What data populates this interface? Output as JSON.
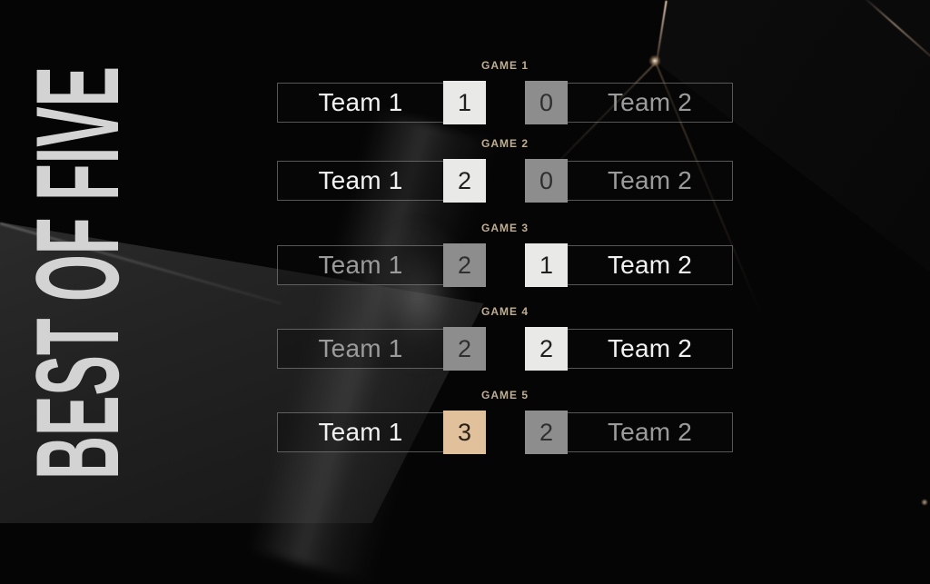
{
  "title": {
    "text": "BEST OF FIVE"
  },
  "colors": {
    "bg": "#050505",
    "title_text": "#d3d3d3",
    "label_text": "#c0ae92",
    "win_box": "#e9e9e7",
    "loss_box": "#8d8d8d",
    "accent_gold_box": "#e0c19c",
    "win_text": "#f1f1f1",
    "loss_text": "#9b9b9b",
    "score_text_dark": "#1f1f1f"
  },
  "games": [
    {
      "label": "GAME 1",
      "team1": {
        "name": "Team 1",
        "score": "1",
        "state": "win"
      },
      "team2": {
        "name": "Team 2",
        "score": "0",
        "state": "loss"
      }
    },
    {
      "label": "GAME 2",
      "team1": {
        "name": "Team 1",
        "score": "2",
        "state": "win"
      },
      "team2": {
        "name": "Team 2",
        "score": "0",
        "state": "loss"
      }
    },
    {
      "label": "GAME 3",
      "team1": {
        "name": "Team 1",
        "score": "2",
        "state": "loss"
      },
      "team2": {
        "name": "Team 2",
        "score": "1",
        "state": "win"
      }
    },
    {
      "label": "GAME 4",
      "team1": {
        "name": "Team 1",
        "score": "2",
        "state": "loss"
      },
      "team2": {
        "name": "Team 2",
        "score": "2",
        "state": "win"
      }
    },
    {
      "label": "GAME 5",
      "team1": {
        "name": "Team 1",
        "score": "3",
        "state": "gold"
      },
      "team2": {
        "name": "Team 2",
        "score": "2",
        "state": "loss"
      }
    }
  ]
}
